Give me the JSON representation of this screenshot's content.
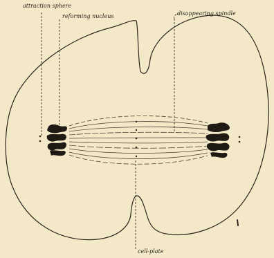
{
  "diagram": {
    "labels": {
      "attraction_sphere": "attraction sphere",
      "reforming_nucleus": "reforming nucleus",
      "disappearing_spindle": "disappearing spindle",
      "cell_plate": "cell-plate"
    },
    "colors": {
      "paper": "#f3e8c8",
      "ink": "#2b241b"
    }
  }
}
